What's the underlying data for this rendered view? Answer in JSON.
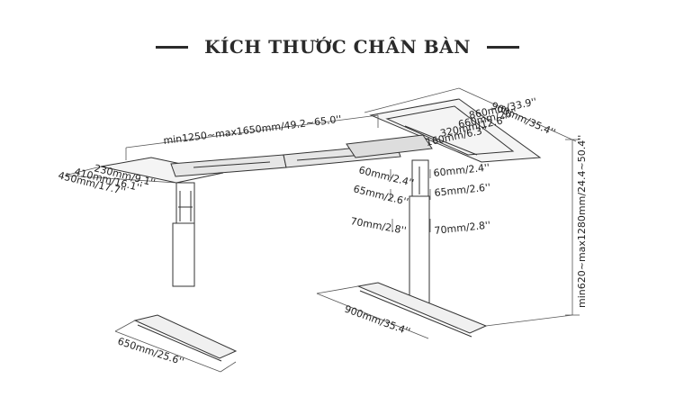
{
  "header": {
    "title": "KÍCH THƯỚC CHÂN BÀN"
  },
  "dimensions": {
    "width_range": "min1250~max1650mm/49.2~65.0''",
    "arm_900": "900mm/35.4''",
    "arm_860": "860mm/33.9''",
    "arm_660": "660mm/26''",
    "arm_320": "320mm/12.6''",
    "arm_160": "160mm/6.3''",
    "left_230": "230mm/9.1''",
    "left_410": "410mm/16.1''",
    "left_450": "450mm/17.7''",
    "col_upper_60_left": "60mm/2.4''",
    "col_upper_60_right": "60mm/2.4''",
    "col_mid_65_left": "65mm/2.6''",
    "col_mid_65_right": "65mm/2.6''",
    "col_low_70_left": "70mm/2.8''",
    "col_low_70_right": "70mm/2.8''",
    "height_range": "min620~max1280mm/24.4~50.4''",
    "foot_right": "900mm/35.4''",
    "foot_left": "650mm/25.6''"
  }
}
